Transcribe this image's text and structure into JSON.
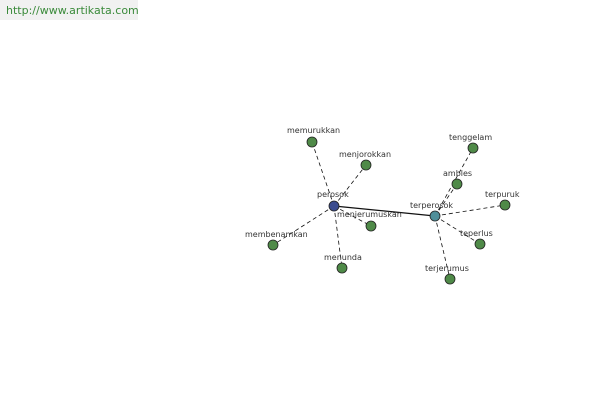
{
  "source": {
    "url": "http://www.artikata.com"
  },
  "colors": {
    "center_node": "#3b4c8f",
    "secondary_node": "#4f8f9a",
    "leaf_node": "#4f8a48",
    "edge": "#111111",
    "label": "#333333",
    "link": "#3a8a3a"
  },
  "graph": {
    "nodes": [
      {
        "id": "perosok",
        "label": "perosok",
        "role": "center"
      },
      {
        "id": "terperosok",
        "label": "terperosok",
        "role": "secondary"
      },
      {
        "id": "memurukkan",
        "label": "memurukkan",
        "role": "leaf"
      },
      {
        "id": "menjorokkan",
        "label": "menjorokkan",
        "role": "leaf"
      },
      {
        "id": "menjerumuskan",
        "label": "menjerumuskan",
        "role": "leaf"
      },
      {
        "id": "membenamkan",
        "label": "membenamkan",
        "role": "leaf"
      },
      {
        "id": "menunda",
        "label": "menunda",
        "role": "leaf"
      },
      {
        "id": "tenggelam",
        "label": "tenggelam",
        "role": "leaf"
      },
      {
        "id": "ambles",
        "label": "ambles",
        "role": "leaf"
      },
      {
        "id": "terpuruk",
        "label": "terpuruk",
        "role": "leaf"
      },
      {
        "id": "teperlus",
        "label": "teperlus",
        "role": "leaf"
      },
      {
        "id": "terjerumus",
        "label": "terjerumus",
        "role": "leaf"
      }
    ],
    "edges": [
      {
        "from": "perosok",
        "to": "terperosok",
        "style": "solid"
      },
      {
        "from": "perosok",
        "to": "memurukkan",
        "style": "dashed"
      },
      {
        "from": "perosok",
        "to": "menjorokkan",
        "style": "dashed"
      },
      {
        "from": "perosok",
        "to": "menjerumuskan",
        "style": "dashed"
      },
      {
        "from": "perosok",
        "to": "membenamkan",
        "style": "dashed"
      },
      {
        "from": "perosok",
        "to": "menunda",
        "style": "dashed"
      },
      {
        "from": "terperosok",
        "to": "tenggelam",
        "style": "dashed"
      },
      {
        "from": "terperosok",
        "to": "ambles",
        "style": "dashed"
      },
      {
        "from": "terperosok",
        "to": "terpuruk",
        "style": "dashed"
      },
      {
        "from": "terperosok",
        "to": "teperlus",
        "style": "dashed"
      },
      {
        "from": "terperosok",
        "to": "terjerumus",
        "style": "dashed"
      }
    ]
  }
}
